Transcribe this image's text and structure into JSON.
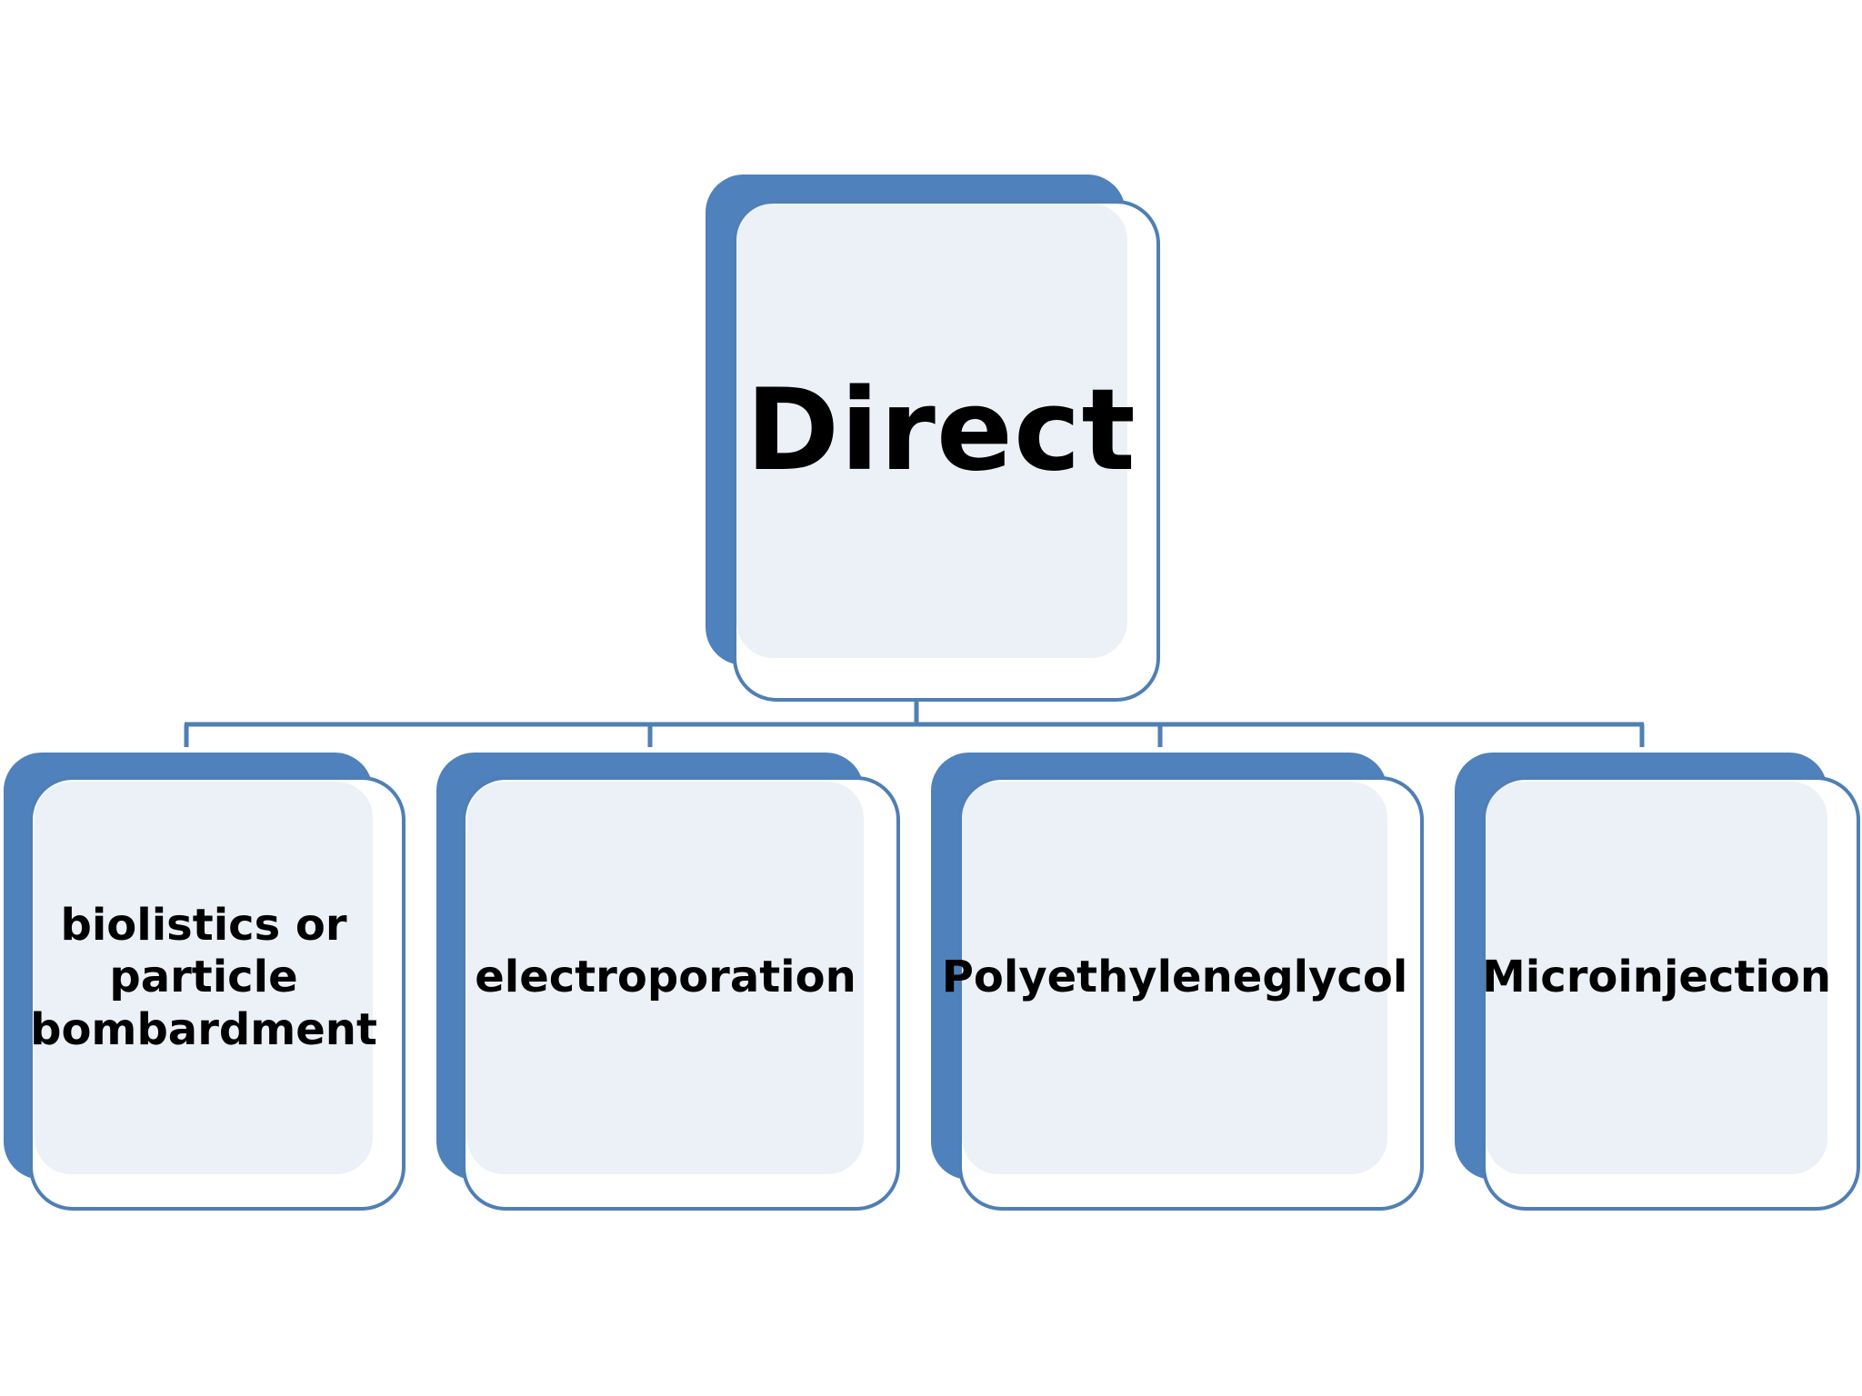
{
  "diagram": {
    "root": {
      "label": "Direct"
    },
    "children": [
      {
        "label": "biolistics or particle bombardment"
      },
      {
        "label": "electroporation"
      },
      {
        "label": "Polyethyleneglycol"
      },
      {
        "label": "Microinjection"
      }
    ],
    "colors": {
      "back": "#4f81bd",
      "outline": "#4f7fb5",
      "face": "#ecf1f8",
      "connector": "#4f7fb5",
      "text": "#000000"
    }
  }
}
